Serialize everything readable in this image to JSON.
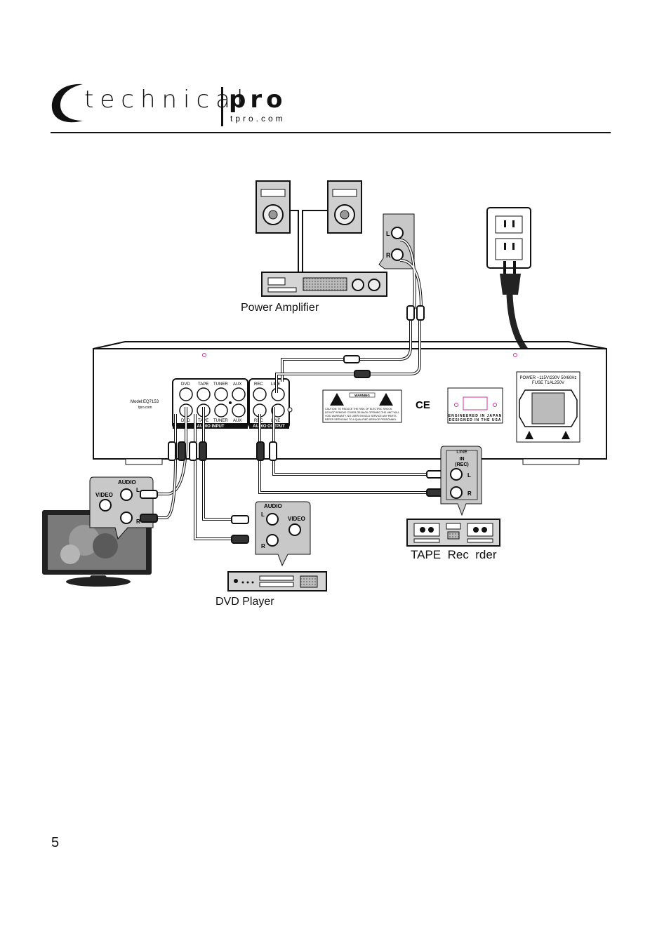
{
  "header": {
    "brand_word": "technical",
    "brand_pro": "pro",
    "brand_url": "tpro.com"
  },
  "devices": {
    "power_amplifier": "Power Amplifier",
    "dvd_player": "DVD Player",
    "tape_recorder": "TAPE  Rec  rder"
  },
  "rear_panel": {
    "model": "Model:EQ7153",
    "site": "tpro.com",
    "input_top_labels": [
      "DVD",
      "TAPE",
      "TUNER",
      "AUX"
    ],
    "input_bottom_labels": [
      "DVD",
      "TAPE",
      "TUNER",
      "AUX"
    ],
    "input_group": "AUDIO  INPUT",
    "output_top_labels": [
      "REC",
      "LINE"
    ],
    "output_bottom_labels": [
      "REC",
      "LINE"
    ],
    "output_group": "AUDIO  OUTPUT",
    "warning_title": "WARNING",
    "warning_text": [
      "CAUTION: TO REDUCE THE RISK OF ELECTRIC SHOCK,",
      "DO NOT REMOVE COVER OR BACK OPENING THE UNIT WILL",
      "VOID WARRANTY. NO USER SHOULD SERVICE ANY PARTS.",
      "REFER SERVICING TO A QUALIFIED SERVICE PERSONNEL."
    ],
    "ce_mark": "CE",
    "engineered": "ENGINEERED IN JAPAN",
    "designed": "DESIGNED IN THE USA",
    "power_line1": "POWER ~115V/230V 50/60Hz",
    "power_line2": "FUSE T1AL250V"
  },
  "callouts": {
    "amp_l": "L",
    "amp_r": "R",
    "tv_audio": "AUDIO",
    "tv_video": "VIDEO",
    "tv_l": "L",
    "tv_r": "R",
    "dvd_audio": "AUDIO",
    "dvd_video": "VIDEO",
    "dvd_l": "L",
    "dvd_r": "R",
    "tape_line": "LINE",
    "tape_in": "IN",
    "tape_rec": "(REC)",
    "tape_l": "L",
    "tape_r": "R"
  },
  "footer": {
    "page_number": "5"
  },
  "colors": {
    "ink": "#111111",
    "device_fill": "#d9d9d9",
    "callout_fill": "#c8c8c8",
    "panel_fill": "#ffffff",
    "accent_pink": "#cc3399"
  }
}
